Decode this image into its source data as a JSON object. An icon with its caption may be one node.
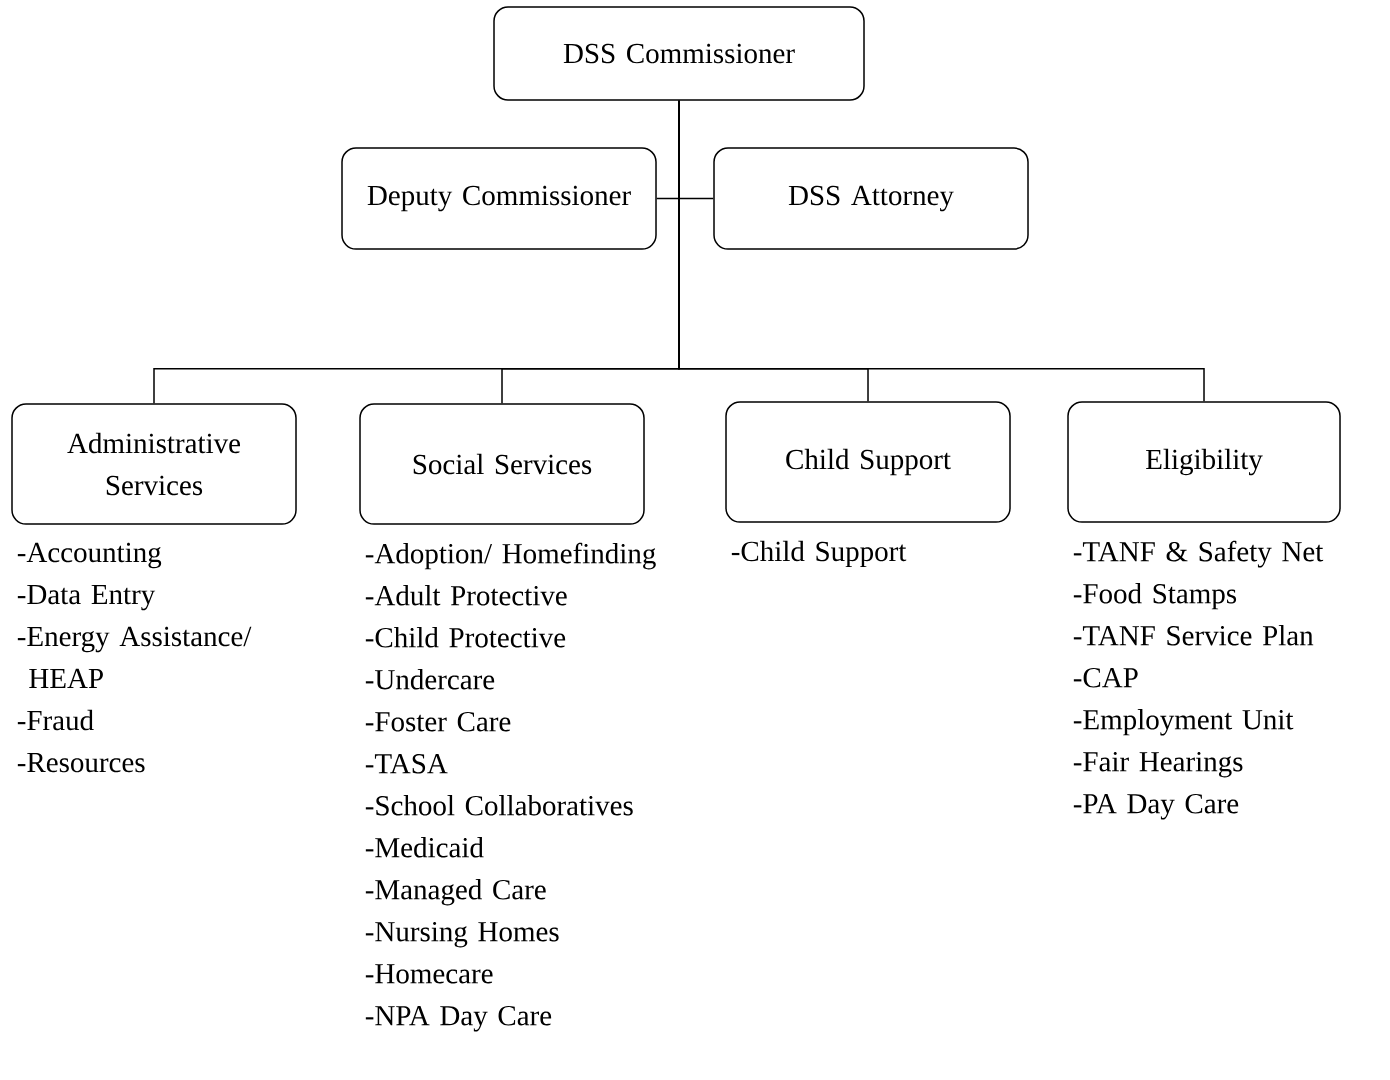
{
  "diagram": {
    "nodes": [
      {
        "text": [
          "DSS Commissioner"
        ]
      },
      {
        "text": [
          "Deputy Commissioner"
        ]
      },
      {
        "text": [
          "DSS Attorney"
        ]
      },
      {
        "text": [
          "Administrative Services"
        ],
        "beside": [
          "-Accounting",
          "-Data Entry",
          "-Energy Assistance/ HEAP",
          "-Fraud",
          "-Resources"
        ]
      },
      {
        "text": [
          "Social Services"
        ],
        "beside": [
          "-Adoption/ Homefinding",
          "-Adult Protective",
          "-Child Protective",
          "-Undercare",
          "-Foster Care",
          "-TASA",
          "-School Collaboratives",
          "-Medicaid",
          "-Managed Care",
          "-Nursing Homes",
          "-Homecare",
          "-NPA Day Care"
        ]
      },
      {
        "text": [
          "Child Support"
        ],
        "beside": [
          "-Child Support"
        ]
      },
      {
        "text": [
          "Eligibility"
        ],
        "beside": [
          "-TANF & Safety Net",
          "-Food Stamps",
          "-TANF Service Plan",
          "-CAP",
          "-Employment Unit",
          "-Fair Hearings",
          "-PA Day Care"
        ]
      }
    ],
    "edges": [
      {
        "from": 0,
        "to": 1,
        "arrow": "none"
      },
      {
        "from": 0,
        "to": 2,
        "arrow": "none"
      },
      {
        "from": 0,
        "to": 3,
        "arrow": "none"
      },
      {
        "from": 0,
        "to": 4,
        "arrow": "none"
      },
      {
        "from": 0,
        "to": 5,
        "arrow": "none"
      },
      {
        "from": 0,
        "to": 6,
        "arrow": "none"
      }
    ]
  }
}
